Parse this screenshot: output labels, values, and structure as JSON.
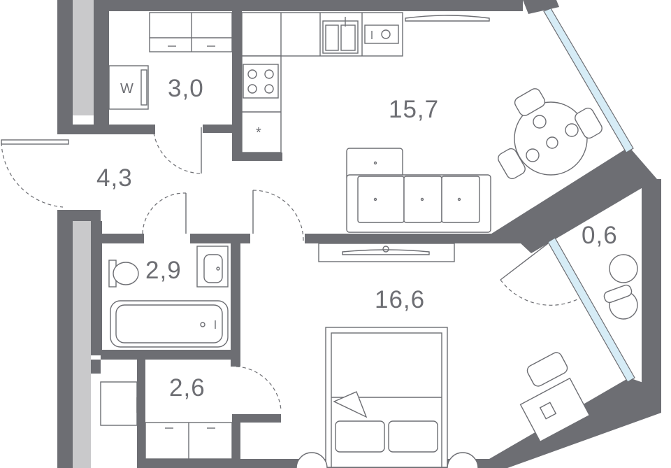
{
  "rooms": [
    {
      "id": "pantry",
      "area": "3,0"
    },
    {
      "id": "hallway",
      "area": "4,3"
    },
    {
      "id": "kitchen-living",
      "area": "15,7"
    },
    {
      "id": "bathroom",
      "area": "2,9"
    },
    {
      "id": "bedroom",
      "area": "16,6"
    },
    {
      "id": "balcony",
      "area": "0,6"
    },
    {
      "id": "wardrobe",
      "area": "2,6"
    }
  ],
  "fixtures": {
    "washer_label": "W",
    "fridge_label": "*"
  },
  "colors": {
    "wall": "#6d6e73",
    "shaft": "#c9c9cb",
    "glass": "#d6ecf6",
    "background": "#ffffff"
  }
}
